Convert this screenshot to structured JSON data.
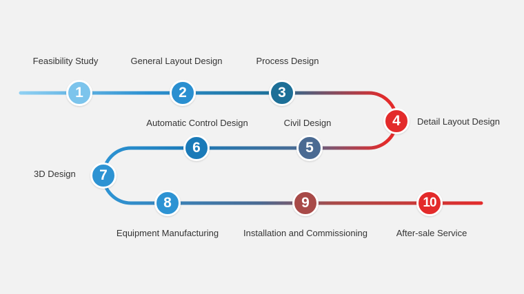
{
  "colors": {
    "light_blue": "#7cc4ec",
    "mid_blue": "#2d93d3",
    "deep_blue": "#1a7ab8",
    "teal": "#1d6f97",
    "slate": "#4a6a92",
    "brick": "#a84a48",
    "red": "#e32b2b"
  },
  "steps": [
    {
      "number": "1",
      "label": "Feasibility Study",
      "color": "#7cc4ec"
    },
    {
      "number": "2",
      "label": "General Layout Design",
      "color": "#2a8fd0"
    },
    {
      "number": "3",
      "label": "Process Design",
      "color": "#1d6f97"
    },
    {
      "number": "4",
      "label": "Detail Layout Design",
      "color": "#e32b2b"
    },
    {
      "number": "5",
      "label": "Civil Design",
      "color": "#4a6a92"
    },
    {
      "number": "6",
      "label": "Automatic Control Design",
      "color": "#1a7ab8"
    },
    {
      "number": "7",
      "label": "3D Design",
      "color": "#2d93d3"
    },
    {
      "number": "8",
      "label": "Equipment Manufacturing",
      "color": "#2d93d3"
    },
    {
      "number": "9",
      "label": "Installation and Commissioning",
      "color": "#a84a48"
    },
    {
      "number": "10",
      "label": "After-sale Service",
      "color": "#e32b2b"
    }
  ]
}
